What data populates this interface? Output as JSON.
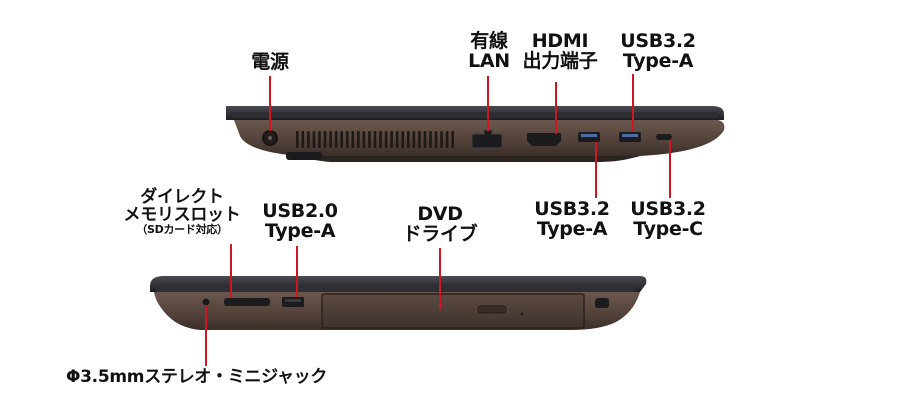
{
  "colors": {
    "leader": "#d0161e",
    "body_top": "#25262b",
    "body_side": "#5a4840",
    "port_dark": "#1c1c1f",
    "label_text": "#111111"
  },
  "right_side": {
    "power": "電源",
    "lan": [
      "有線",
      "LAN"
    ],
    "hdmi": [
      "HDMI",
      "出力端子"
    ],
    "usb32a_top": [
      "USB3.2",
      "Type-A"
    ],
    "usb32a_bottom": [
      "USB3.2",
      "Type-A"
    ],
    "usb32c": [
      "USB3.2",
      "Type-C"
    ]
  },
  "left_side": {
    "card": [
      "ダイレクト",
      "メモリスロット",
      "（SDカード対応）"
    ],
    "usb20": [
      "USB2.0",
      "Type-A"
    ],
    "dvd": [
      "DVD",
      "ドライブ"
    ],
    "jack": "Φ3.5mmステレオ・ミニジャック"
  }
}
